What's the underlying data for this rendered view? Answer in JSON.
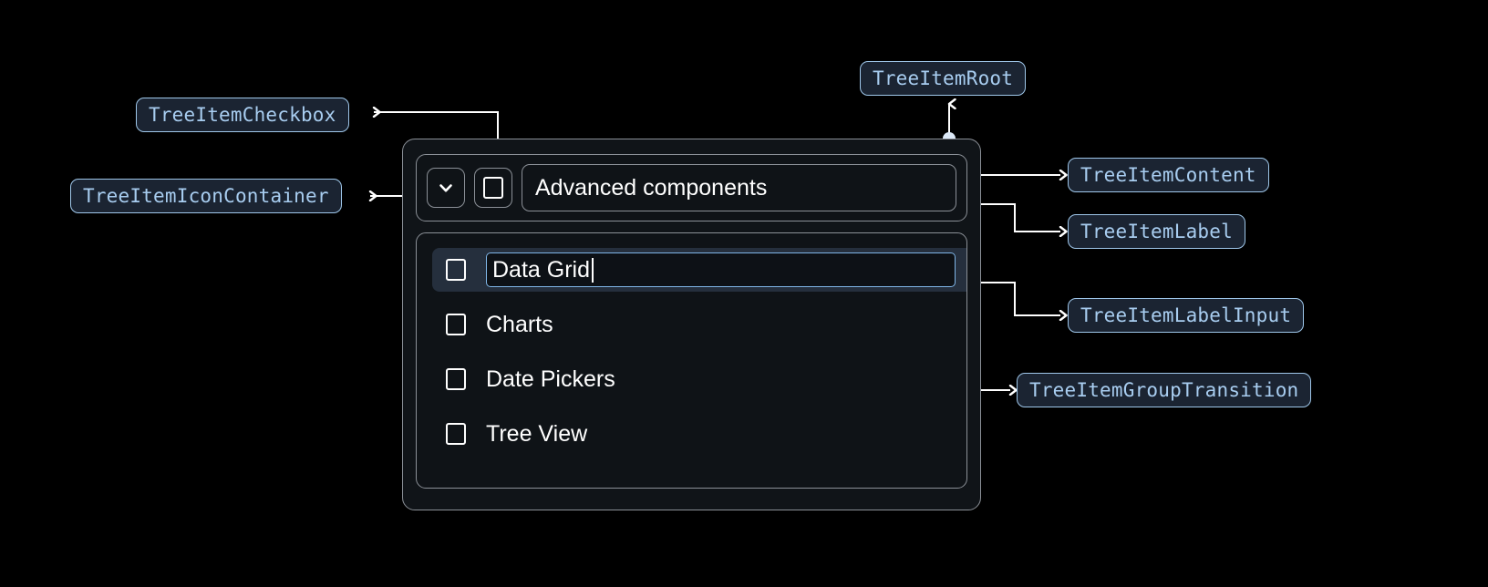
{
  "page": {
    "background": "#000000",
    "accent": "#a8cdf0",
    "badge_bg": "#1b2432",
    "badge_border": "#9fc7ea",
    "widget_bg": "#101418",
    "widget_border": "#8b9097",
    "selected_row_bg": "#252f3d",
    "input_border": "#7fb6e8",
    "text_color": "#ffffff"
  },
  "annotations": [
    {
      "id": "checkbox",
      "label": "TreeItemCheckbox"
    },
    {
      "id": "icon-container",
      "label": "TreeItemIconContainer"
    },
    {
      "id": "root",
      "label": "TreeItemRoot"
    },
    {
      "id": "content",
      "label": "TreeItemContent"
    },
    {
      "id": "label",
      "label": "TreeItemLabel"
    },
    {
      "id": "label-input",
      "label": "TreeItemLabelInput"
    },
    {
      "id": "group-transition",
      "label": "TreeItemGroupTransition"
    }
  ],
  "tree": {
    "expand_icon": "chevron-down-icon",
    "root_label": "Advanced components",
    "root_checked": false,
    "items": [
      {
        "label": "Data Grid",
        "checked": false,
        "editing": true
      },
      {
        "label": "Charts",
        "checked": false,
        "editing": false
      },
      {
        "label": "Date Pickers",
        "checked": false,
        "editing": false
      },
      {
        "label": "Tree View",
        "checked": false,
        "editing": false
      }
    ],
    "editing_value": "Data Grid"
  }
}
